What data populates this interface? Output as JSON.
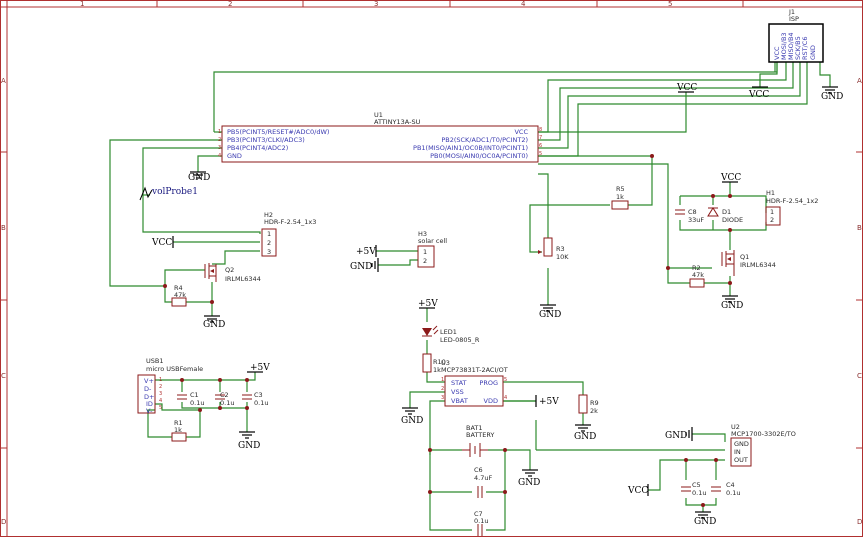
{
  "frame": {
    "columns": [
      "1",
      "2",
      "3",
      "4",
      "5"
    ],
    "rows": [
      "A",
      "B",
      "C",
      "D"
    ]
  },
  "u1": {
    "ref": "U1",
    "value": "ATTINY13A-SU",
    "left_pins": [
      "PB5(PCINT5/RESET#/ADC0/dW)",
      "PB3(PCINT3/CLKI/ADC3)",
      "PB4(PCINT4/ADC2)",
      "GND"
    ],
    "left_nums": [
      "1",
      "2",
      "3",
      "4"
    ],
    "right_pins": [
      "VCC",
      "PB2(SCK/ADC1/T0/PCINT2)",
      "PB1(MISO/AIN1/OC0B/INT0/PCINT1)",
      "PB0(MOSI/AIN0/OC0A/PCINT0)"
    ],
    "right_nums": [
      "8",
      "7",
      "6",
      "5"
    ]
  },
  "j1": {
    "ref": "J1",
    "value": "ISP",
    "pins": [
      "VCC",
      "MOSI/B3",
      "MISO/B4",
      "SCK/B5",
      "RST/C6",
      "GND"
    ]
  },
  "h1": {
    "ref": "H1",
    "value": "HDR-F-2.54_1x2",
    "pins": [
      "1",
      "2"
    ]
  },
  "h2": {
    "ref": "H2",
    "value": "HDR-F-2.54_1x3",
    "pins": [
      "1",
      "2",
      "3"
    ]
  },
  "h3": {
    "ref": "H3",
    "value": "solar cell",
    "pins": [
      "1",
      "2"
    ]
  },
  "q1": {
    "ref": "Q1",
    "value": "IRLML6344"
  },
  "q2": {
    "ref": "Q2",
    "value": "IRLML6344"
  },
  "r1": {
    "ref": "R1",
    "value": "1k"
  },
  "r2": {
    "ref": "R2",
    "value": "47k"
  },
  "r3": {
    "ref": "R3",
    "value": "10K"
  },
  "r4": {
    "ref": "R4",
    "value": "47k"
  },
  "r5": {
    "ref": "R5",
    "value": "1k"
  },
  "r9": {
    "ref": "R9",
    "value": "2k"
  },
  "r10": {
    "ref": "R10",
    "value": "1k"
  },
  "c1": {
    "ref": "C1",
    "value": "0.1u"
  },
  "c2": {
    "ref": "C2",
    "value": "0.1u"
  },
  "c3": {
    "ref": "C3",
    "value": "0.1u"
  },
  "c4": {
    "ref": "C4",
    "value": "0.1u"
  },
  "c5": {
    "ref": "C5",
    "value": "0.1u"
  },
  "c6": {
    "ref": "C6",
    "value": "4.7uF"
  },
  "c7": {
    "ref": "C7",
    "value": "0.1u"
  },
  "c8": {
    "ref": "C8",
    "value": "33uF"
  },
  "d1": {
    "ref": "D1",
    "value": "DIODE"
  },
  "led1": {
    "ref": "LED1",
    "value": "LED-0805_R"
  },
  "bat1": {
    "ref": "BAT1",
    "value": "BATTERY"
  },
  "usb1": {
    "ref": "USB1",
    "value": "micro USBFemale",
    "pins": [
      "V+",
      "D-",
      "D+",
      "ID",
      "V-"
    ],
    "nums": [
      "1",
      "2",
      "3",
      "4",
      "5"
    ]
  },
  "u3": {
    "ref": "U3",
    "value": "MCP73831T-2ACI/OT",
    "left_pins": [
      "STAT",
      "VSS",
      "VBAT"
    ],
    "right_pins": [
      "PROG",
      "VDD"
    ],
    "left_nums": [
      "1",
      "2",
      "3"
    ],
    "right_nums": [
      "5",
      "4"
    ]
  },
  "u2": {
    "ref": "U2",
    "value": "MCP1700-3302E/TO",
    "pins": [
      "GND",
      "IN",
      "OUT"
    ]
  },
  "power": {
    "vcc": "VCC",
    "plus5": "+5V",
    "gnd": "GND"
  },
  "probe": "volProbe1"
}
